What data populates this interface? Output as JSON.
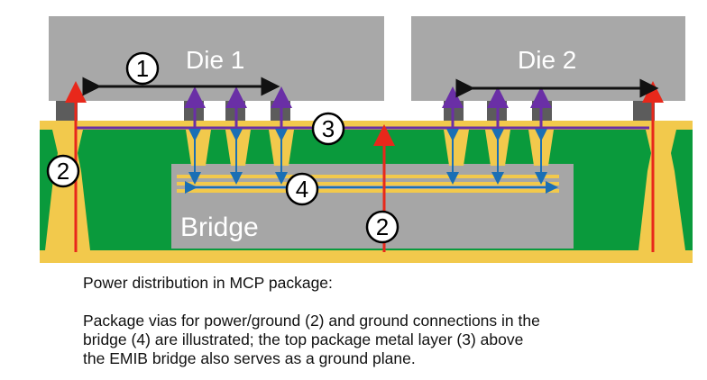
{
  "diagram": {
    "die1_label": "Die 1",
    "die2_label": "Die 2",
    "bridge_label": "Bridge",
    "markers": {
      "m1": "1",
      "m2_left": "2",
      "m2_center": "2",
      "m3": "3",
      "m4": "4"
    },
    "colors": {
      "die": "#a8a8a8",
      "substrate": "#0a9a3c",
      "metal": "#f2c94c",
      "bridge": "#a6a6a6",
      "power_arrow": "#e8281b",
      "ground_arrow": "#6a2fa6",
      "bridge_arrow": "#1a6fb5",
      "die_to_die_arrow": "#111111"
    }
  },
  "caption": {
    "line1": "Power distribution in MCP package:",
    "line2": "Package vias for power/ground (2) and ground connections in the",
    "line3": "bridge (4) are illustrated;  the top package metal layer (3) above",
    "line4": "the EMIB bridge also serves as a ground plane."
  }
}
